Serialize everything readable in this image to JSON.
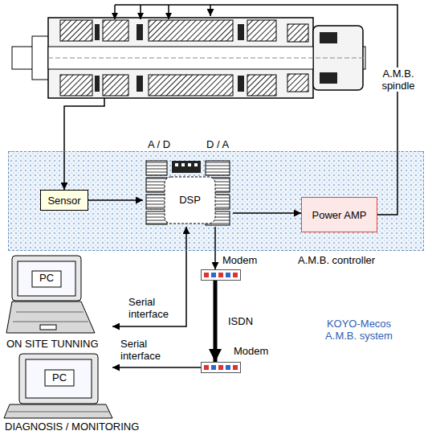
{
  "diagram": {
    "nodes": [
      {
        "text": [
          "A.M.B. spindle"
        ]
      },
      {
        "text": [
          "A.M.B. controller"
        ]
      },
      {
        "text": [
          "Sensor"
        ],
        "in": 1
      },
      {
        "text": [
          "DSP"
        ],
        "in": 1
      },
      {
        "text": [
          "Power AMP"
        ],
        "in": 1
      },
      {
        "text": [
          "PC"
        ]
      },
      {
        "text": [
          "Modem"
        ]
      },
      {
        "text": [
          "Modem"
        ]
      },
      {
        "text": [
          "PC"
        ]
      }
    ],
    "edges": [
      {
        "from": 0,
        "to": 2,
        "arrow": "to"
      },
      {
        "from": 4,
        "to": 0,
        "arrow": "to"
      },
      {
        "from": 2,
        "to": 3,
        "arrow": "to"
      },
      {
        "from": 3,
        "to": 4,
        "arrow": "to"
      },
      {
        "from": 3,
        "to": 5,
        "label": "Serial interface",
        "arrow": "both"
      },
      {
        "from": 3,
        "to": 6,
        "arrow": "to"
      },
      {
        "from": 6,
        "to": 7,
        "label": "ISDN",
        "arrow": "to"
      },
      {
        "from": 7,
        "to": 8,
        "label": "Serial interface",
        "arrow": "to"
      }
    ],
    "labels": [
      "A / D",
      "D / A",
      "ON SITE TUNNING",
      "KOYO-Mecos A.M.B. system",
      "DIAGNOSIS / MONITORING"
    ]
  }
}
